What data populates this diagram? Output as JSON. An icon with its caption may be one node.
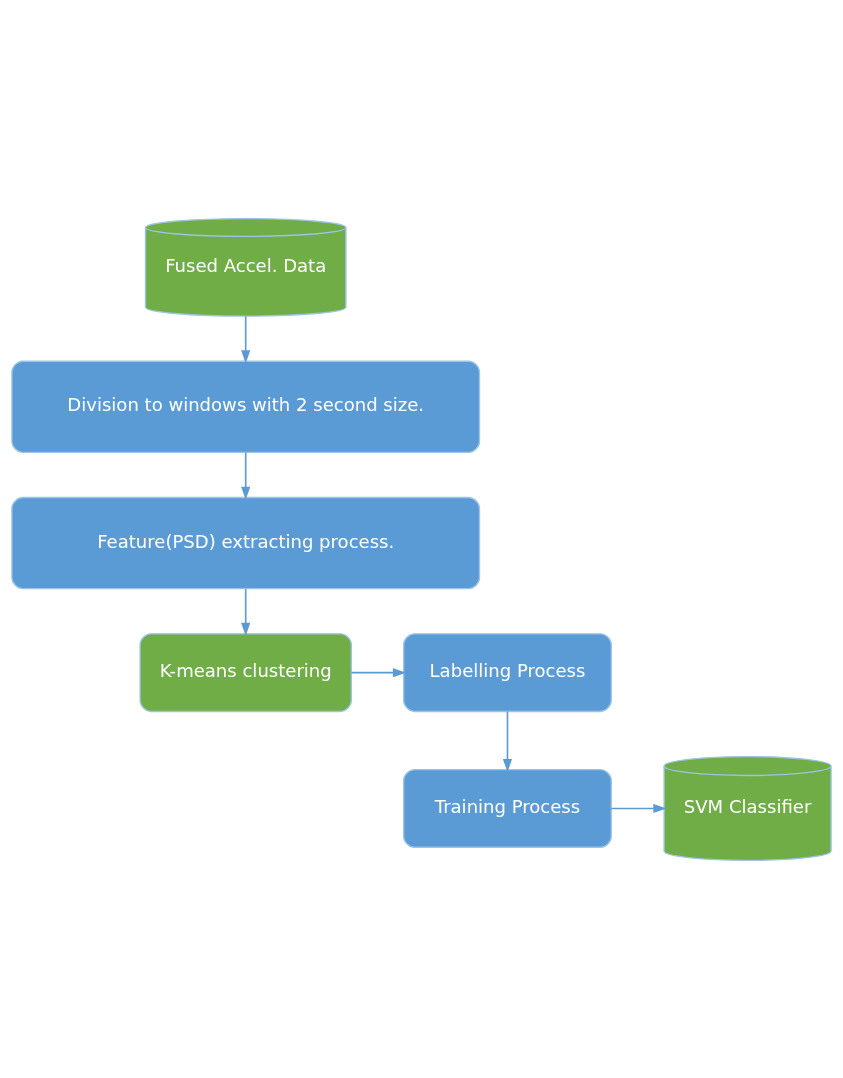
{
  "diagram": {
    "nodes": [
      {
        "text": [
          "Fused Accel. Data"
        ]
      },
      {
        "text": [
          "Division to windows with 2 second size."
        ]
      },
      {
        "text": [
          "Feature(PSD) extracting process."
        ]
      },
      {
        "text": [
          "K-means clustering"
        ]
      },
      {
        "text": [
          "Labelling Process"
        ]
      },
      {
        "text": [
          "Training Process"
        ]
      },
      {
        "text": [
          "SVM Classifier"
        ]
      }
    ],
    "edges": [
      {
        "from": 0,
        "to": 1,
        "arrow": "to"
      },
      {
        "from": 1,
        "to": 2,
        "arrow": "to"
      },
      {
        "from": 2,
        "to": 3,
        "arrow": "to"
      },
      {
        "from": 3,
        "to": 4,
        "arrow": "to"
      },
      {
        "from": 4,
        "to": 5,
        "arrow": "to"
      },
      {
        "from": 5,
        "to": 6,
        "arrow": "to"
      }
    ]
  }
}
